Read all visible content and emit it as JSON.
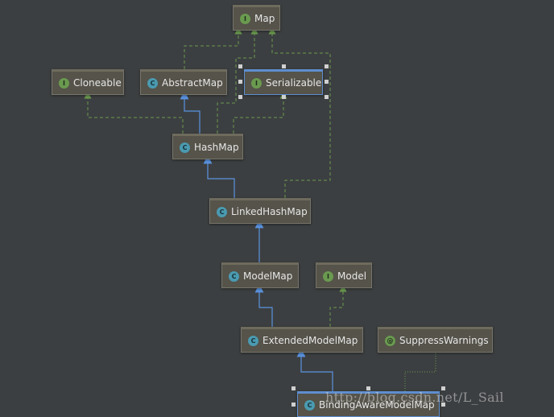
{
  "diagram": {
    "nodes": {
      "map": {
        "label": "Map",
        "icon": "interface-icon",
        "badge": "I"
      },
      "cloneable": {
        "label": "Cloneable",
        "icon": "interface-icon",
        "badge": "I"
      },
      "abstractmap": {
        "label": "AbstractMap",
        "icon": "abstract-class-icon",
        "badge": "C"
      },
      "serializable": {
        "label": "Serializable",
        "icon": "interface-icon",
        "badge": "I"
      },
      "hashmap": {
        "label": "HashMap",
        "icon": "class-icon",
        "badge": "C"
      },
      "linkedhashmap": {
        "label": "LinkedHashMap",
        "icon": "class-icon",
        "badge": "C"
      },
      "modelmap": {
        "label": "ModelMap",
        "icon": "class-icon",
        "badge": "C"
      },
      "model": {
        "label": "Model",
        "icon": "interface-icon",
        "badge": "I"
      },
      "extendedmodelmap": {
        "label": "ExtendedModelMap",
        "icon": "class-icon",
        "badge": "C"
      },
      "suppresswarnings": {
        "label": "SuppressWarnings",
        "icon": "annotation-icon",
        "badge": "@"
      },
      "bindingawaremodelmap": {
        "label": "BindingAwareModelMap",
        "icon": "class-icon",
        "badge": "C"
      }
    },
    "colors": {
      "background": "#3c3f41",
      "extends_arrow": "#5a93e0",
      "implements_arrow": "#6a9a4f",
      "annotation_link": "#6a9a4f",
      "selection": "#5e8ecf"
    }
  },
  "watermark": "http://blog.csdn.net/L_Sail"
}
